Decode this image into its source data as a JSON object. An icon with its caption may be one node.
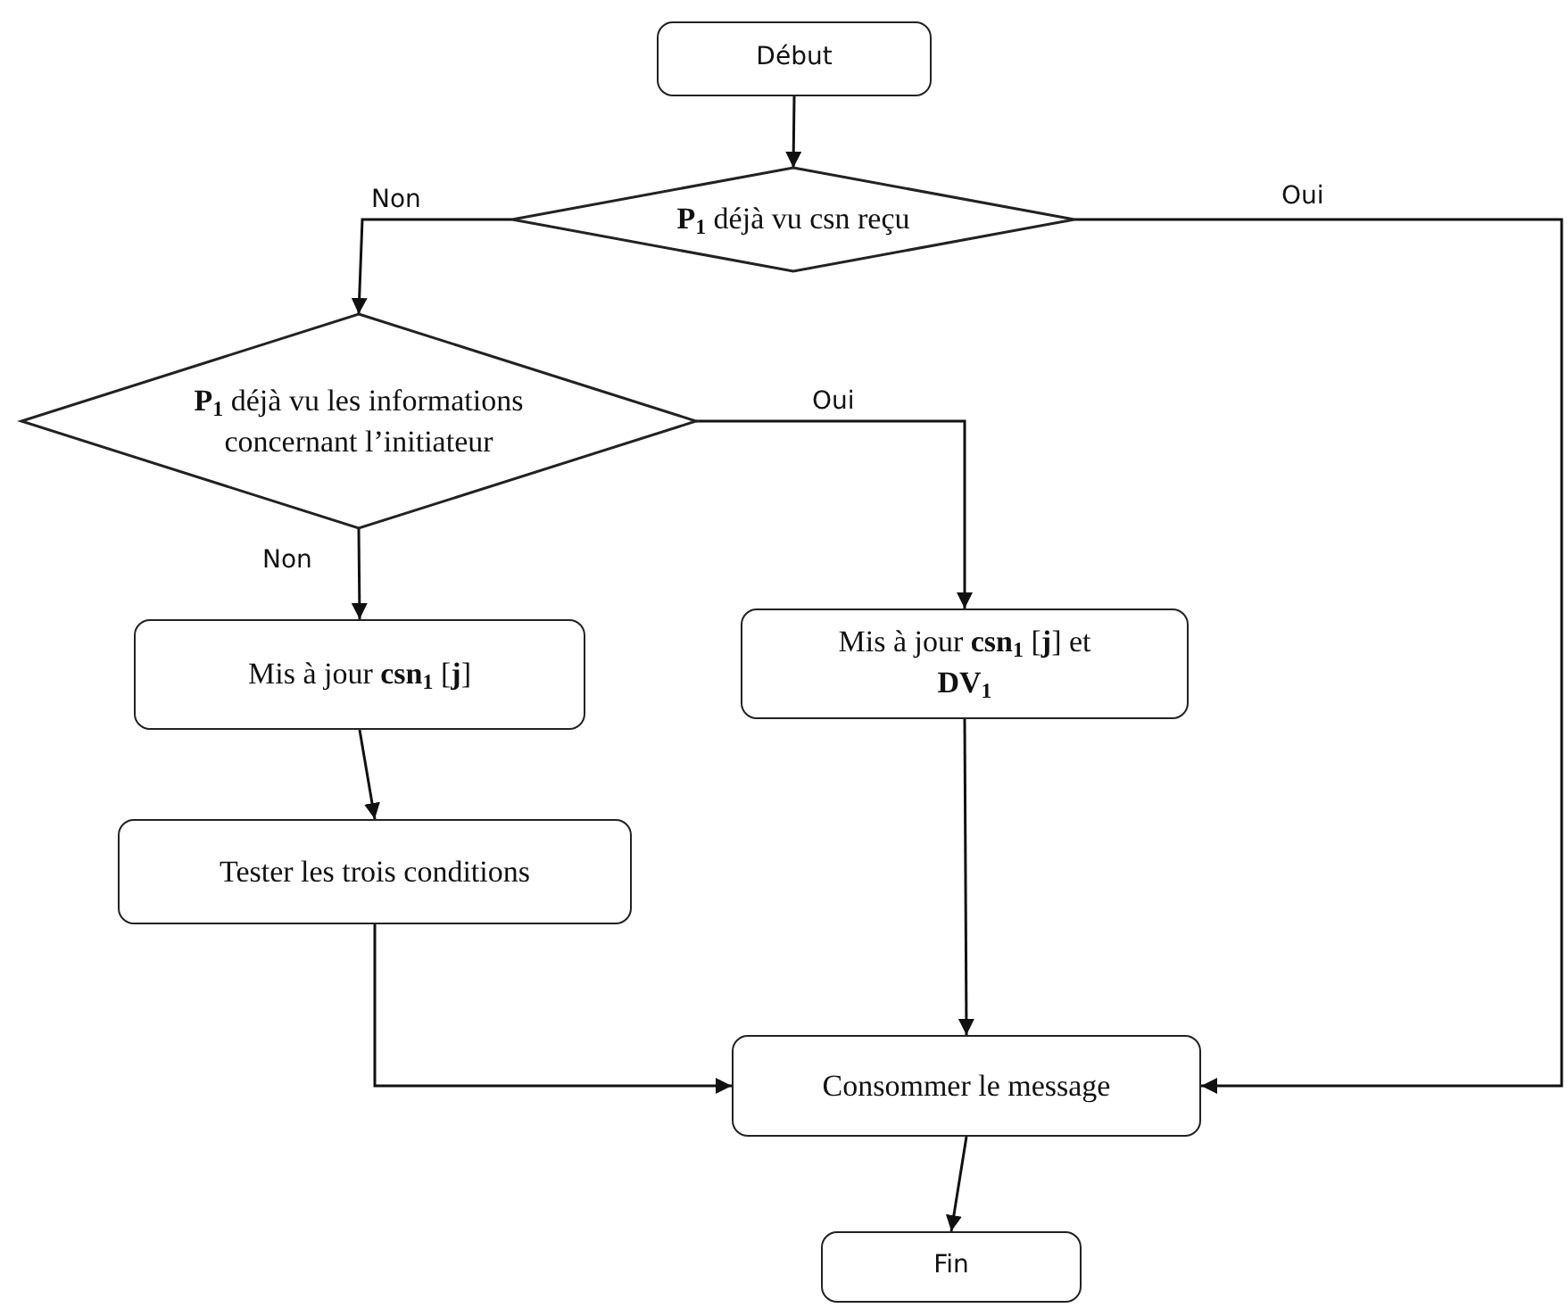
{
  "diagram": {
    "nodes": [
      {
        "text": [
          "Début"
        ]
      },
      {
        "text": [
          "**P**$_{1}$ déjà vu csn reçu"
        ]
      },
      {
        "text": [
          "**P**$_{1}$ déjà vu les informations concernant l’initiateur"
        ]
      },
      {
        "text": [
          "Mis à jour **csn**$_{1}$ [**j**]"
        ]
      },
      {
        "text": [
          "Mis à jour **csn**$_{1}$ [**j**] et **DV**$_{1}$"
        ]
      },
      {
        "text": [
          "Tester les trois conditions"
        ]
      },
      {
        "text": [
          "Consommer le message"
        ]
      },
      {
        "text": [
          "Fin"
        ]
      }
    ],
    "edges": [
      {
        "from": 0,
        "to": 1,
        "arrow": "to"
      },
      {
        "from": 1,
        "to": 2,
        "arrow": "to",
        "label": "Non"
      },
      {
        "from": 1,
        "to": 6,
        "arrow": "to",
        "label": "Oui"
      },
      {
        "from": 2,
        "to": 4,
        "arrow": "to",
        "label": "Oui"
      },
      {
        "from": 2,
        "to": 3,
        "arrow": "to",
        "label": "Non"
      },
      {
        "from": 3,
        "to": 5,
        "arrow": "to"
      },
      {
        "from": 5,
        "to": 6,
        "arrow": "to"
      },
      {
        "from": 4,
        "to": 6,
        "arrow": "to"
      },
      {
        "from": 6,
        "to": 7,
        "arrow": "to"
      }
    ]
  }
}
